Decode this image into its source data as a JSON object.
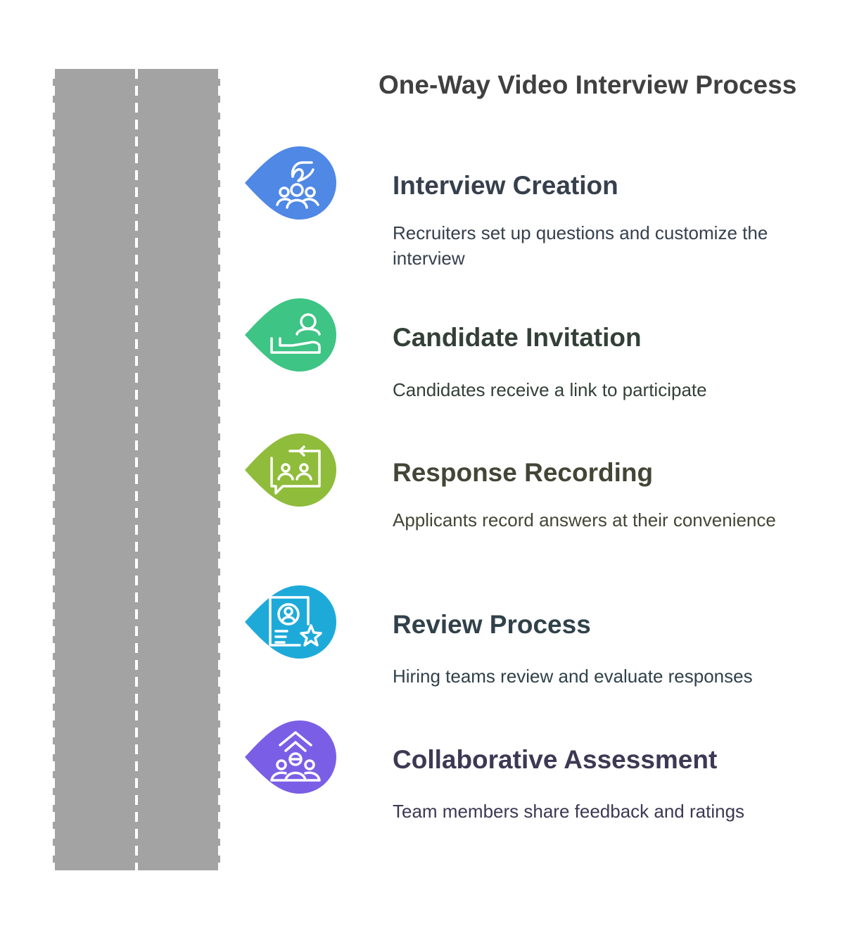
{
  "title": "One-Way Video Interview Process",
  "steps": [
    {
      "heading": "Interview Creation",
      "description": "Recruiters set up questions and customize the interview",
      "color": "#4f88e5",
      "text_color": "#36404d",
      "icon": "hand-over-group-icon"
    },
    {
      "heading": "Candidate Invitation",
      "description": "Candidates receive a link to participate",
      "color": "#3ec484",
      "text_color": "#334038",
      "icon": "hand-offering-person-icon"
    },
    {
      "heading": "Response Recording",
      "description": "Applicants record answers at their convenience",
      "color": "#8fbc3a",
      "text_color": "#434636",
      "icon": "video-chat-exchange-icon"
    },
    {
      "heading": "Review Process",
      "description": "Hiring teams review and evaluate responses",
      "color": "#1eaad9",
      "text_color": "#30414a",
      "icon": "profile-document-star-icon"
    },
    {
      "heading": "Collaborative Assessment",
      "description": "Team members share feedback and ratings",
      "color": "#7b5ee6",
      "text_color": "#3d3853",
      "icon": "team-growth-arrow-icon"
    }
  ]
}
